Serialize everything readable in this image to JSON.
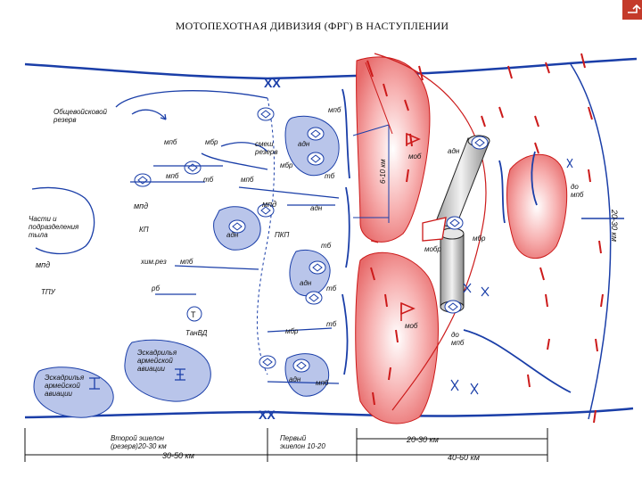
{
  "title": "МОТОПЕХОТНАЯ ДИВИЗИЯ (ФРГ) В НАСТУПЛЕНИИ",
  "labels": {
    "obshchevoyskovoy": [
      "Общевойсковой",
      "резерв"
    ],
    "mpb_a": "мпб",
    "mbr_a": "мбр",
    "mpb_top": "мпб",
    "adn_a": "адн",
    "sme_rezerv": [
      "смеш",
      "резерв"
    ],
    "mbr_b": "мбр",
    "mpb_b": "мпб",
    "tb_a": "тб",
    "mpb_c": "мпб",
    "tb_b": "тб",
    "mpd_left": "мпд",
    "mpd_mid": "мпд",
    "adn_b": "адн",
    "chasti": [
      "Части и",
      "подразделения",
      "тыла"
    ],
    "kp": "КП",
    "adn_c": "адн",
    "pkp": "ПКП",
    "tb_c": "тб",
    "him_rez": "хим.рез",
    "mpb_d": "мпб",
    "mpd_low": "мпд",
    "tpu": "ТПУ",
    "rb": "рб",
    "adn_d": "адн",
    "tb_d": "тб",
    "t_circle": "Т",
    "tanvd": "ТанВД",
    "mbr_c": "мбр",
    "tb_e": "тб",
    "eskadrilya1": [
      "Эскадрилья",
      "армейской",
      "авиации"
    ],
    "eskadrilya2": [
      "Эскадрилья",
      "армейской",
      "авиации"
    ],
    "adn_e": "адн",
    "mpb_e": "мпб",
    "mob_a": "моб",
    "adn_f": "адн",
    "dist_6_10": "6-10 км",
    "do_mpb_a": [
      "до",
      "мпб"
    ],
    "mbr_d": "мбр",
    "mobr": "мобр",
    "mob_b": "моб",
    "do_mpb_b": [
      "до",
      "мпб"
    ],
    "dist_20_30_right": "20-30 км",
    "vtoroy": [
      "Второй эшелон",
      "(резерв)20-30 км"
    ],
    "perviy": [
      "Первый",
      "эшелон 10-20"
    ],
    "dist_30_50": "30-50 км",
    "dist_20_30_bottom": "20-30 км",
    "dist_40_60": "40-60 км",
    "xx": "XX"
  },
  "colors": {
    "line_blue": "#1a3ea8",
    "zone_fill": "#b9c5ea",
    "enemy_red": "#cc1a1a",
    "enemy_fill": "#f7a3a3",
    "tube_fill": "#d9d9d9"
  },
  "icons": [
    "nav-arrow-icon",
    "unit-symbol-icon",
    "tank-symbol-icon",
    "helicopter-icon",
    "flag-icon",
    "boundary-xx-icon"
  ]
}
